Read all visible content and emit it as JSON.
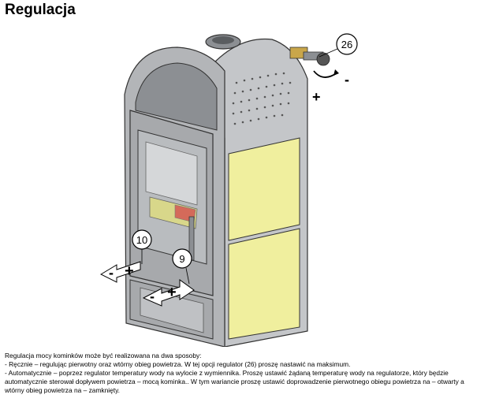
{
  "title": "Regulacja",
  "callouts": {
    "c26": "26",
    "c10": "10",
    "c9": "9"
  },
  "signs": {
    "plus": "+",
    "minus": "-"
  },
  "paragraphs": [
    "Regulacja mocy kominków może być realizowana na dwa sposoby:",
    "- Ręcznie – regulując pierwotny oraz wtórny obieg powietrza. W tej opcji regulator (26) proszę nastawić na maksimum.",
    "- Automatycznie – poprzez regulator temperatury wody na wylocie z wymiennika. Proszę ustawić żądaną temperaturę wody na regulatorze, który będzie automatycznie sterował dopływem powietrza – mocą kominka.. W tym wariancie proszę ustawić doprowadzenie pierwotnego obiegu powietrza na – otwarty a wtórny obieg powietrza na – zamknięty."
  ],
  "colors": {
    "stove_grey": "#b3b5b8",
    "stove_dark": "#8c8f93",
    "side_panel": "#f0ef9e",
    "glass": "#b9bcbf",
    "fire": "#d46a5a"
  }
}
